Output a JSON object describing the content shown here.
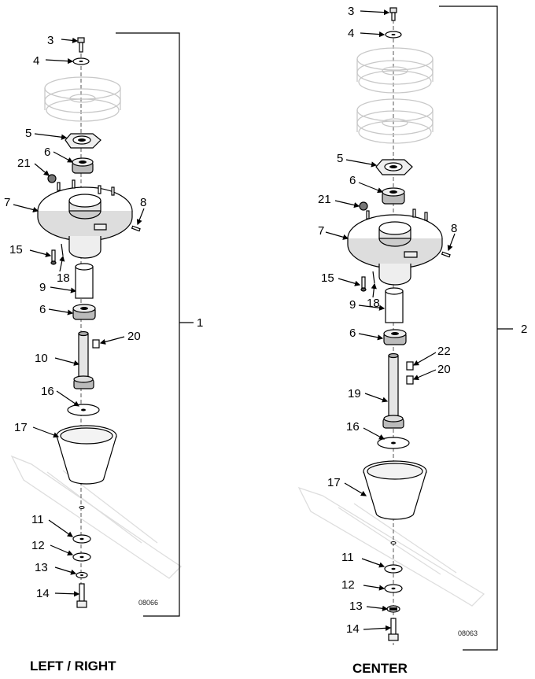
{
  "left_assembly": {
    "title": "LEFT / RIGHT",
    "bracket_ref": "1",
    "drawing_code": "08066",
    "callouts": {
      "c3": "3",
      "c4": "4",
      "c5": "5",
      "c6a": "6",
      "c21": "21",
      "c7": "7",
      "c8": "8",
      "c15": "15",
      "c18": "18",
      "c9": "9",
      "c6b": "6",
      "c20": "20",
      "c10": "10",
      "c16": "16",
      "c17": "17",
      "c11": "11",
      "c12": "12",
      "c13": "13",
      "c14": "14"
    }
  },
  "center_assembly": {
    "title": "CENTER",
    "bracket_ref": "2",
    "drawing_code": "08063",
    "callouts": {
      "c3": "3",
      "c4": "4",
      "c5": "5",
      "c6a": "6",
      "c21": "21",
      "c7": "7",
      "c8": "8",
      "c15": "15",
      "c18": "18",
      "c9": "9",
      "c6b": "6",
      "c22": "22",
      "c20": "20",
      "c19": "19",
      "c16": "16",
      "c17": "17",
      "c11": "11",
      "c12": "12",
      "c13": "13",
      "c14": "14"
    }
  }
}
